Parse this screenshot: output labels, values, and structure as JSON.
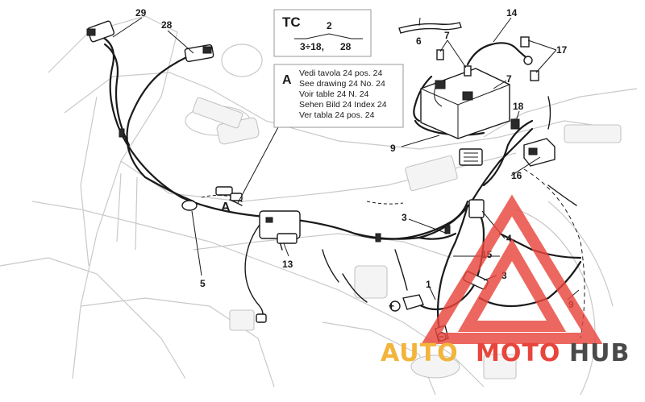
{
  "callouts": {
    "c29": "29",
    "c28": "28",
    "c14": "14",
    "c6": "6",
    "c7a": "7",
    "c7b": "7",
    "c17": "17",
    "c18": "18",
    "c9a": "9",
    "c16": "16",
    "c3a": "3",
    "c4": "4",
    "c15": "15",
    "c3b": "3",
    "c1": "1",
    "c13": "13",
    "c5": "5",
    "c9b": "9",
    "cA": "A"
  },
  "tc_box": {
    "title": "TC",
    "top_ref": "2",
    "left_ref": "3÷18,",
    "right_ref": "28"
  },
  "note_box": {
    "letter": "A",
    "lines": [
      "Vedi tavola 24 pos. 24",
      "See drawing 24 No. 24",
      "Voir table 24 N. 24",
      "Sehen Bild 24 Index 24",
      "Ver tabla 24 pos. 24"
    ]
  },
  "symbols": {
    "plus_terminal": "+",
    "minus_terminal": "−"
  },
  "watermark": {
    "word_a": "AUTO",
    "word_b": "MOTO",
    "word_c": "HUB",
    "color_a": "#f2b43a",
    "color_b": "#e8453c",
    "color_c": "#4a4a4a"
  }
}
